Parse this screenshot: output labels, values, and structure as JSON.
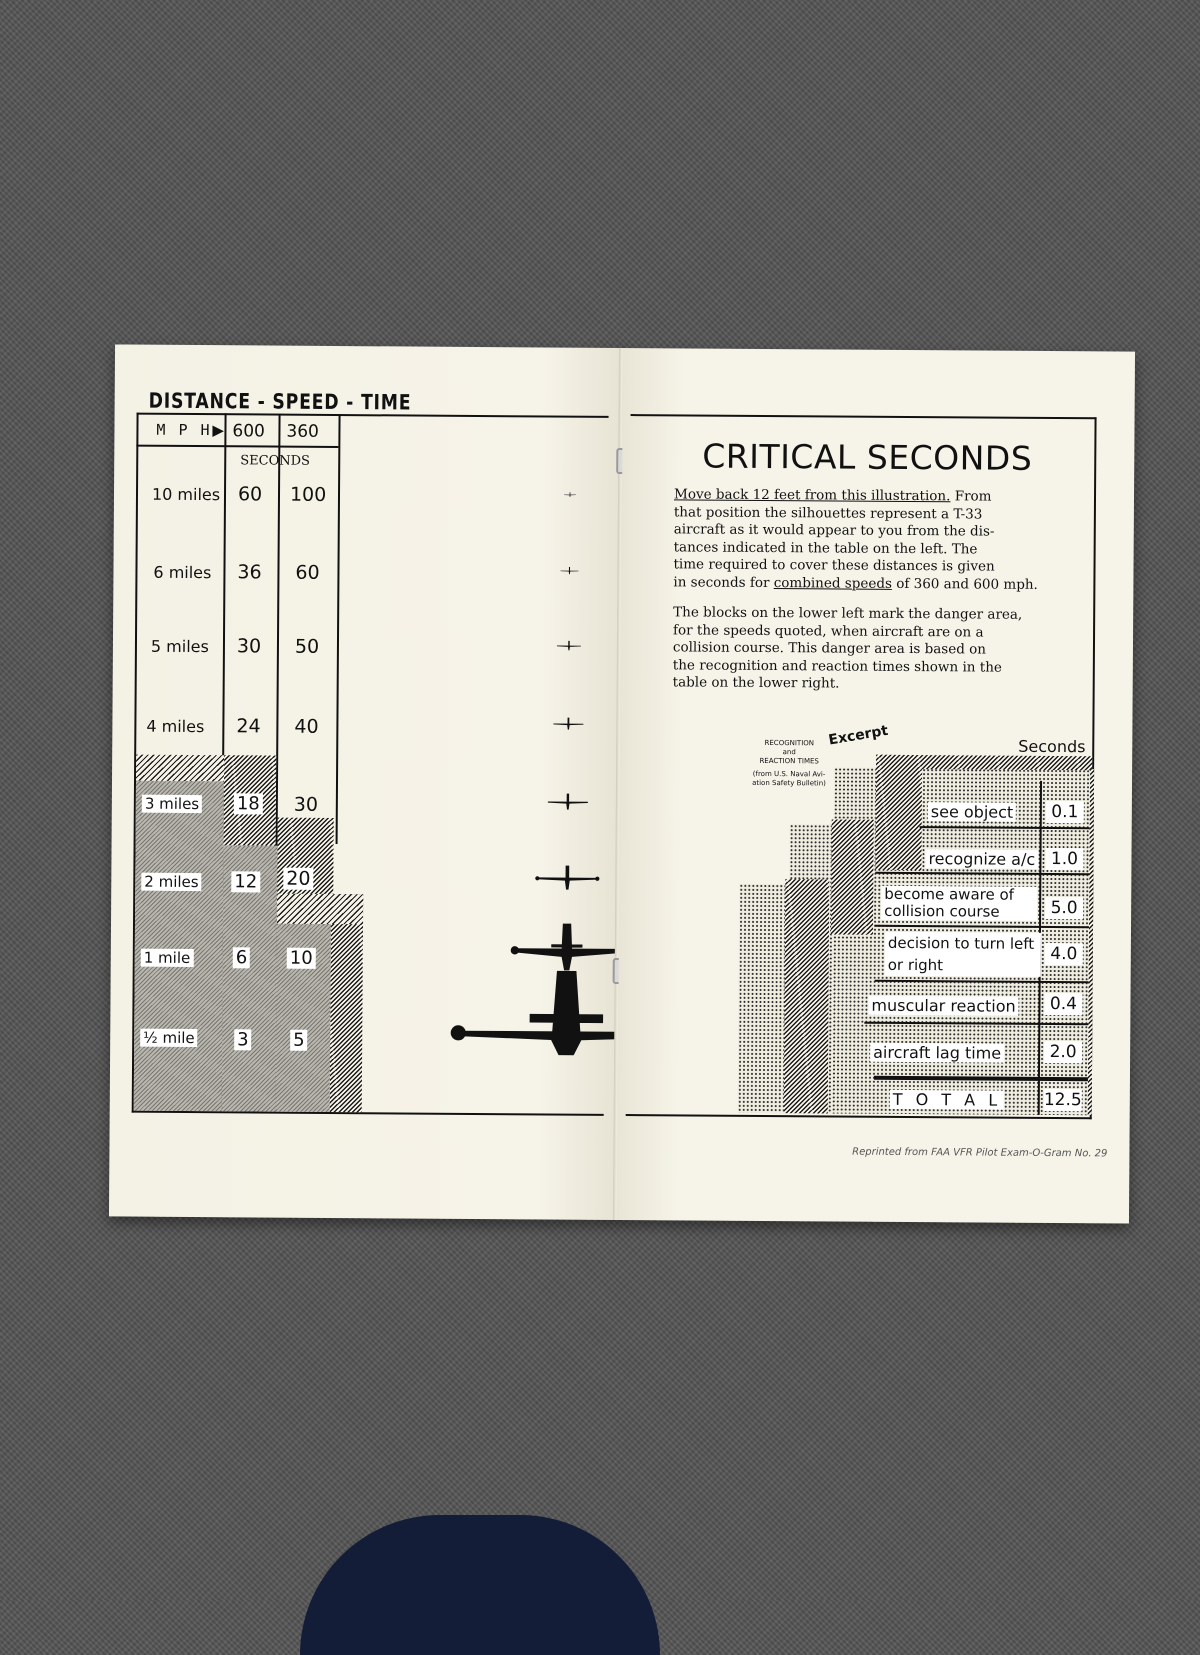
{
  "left": {
    "title": "DISTANCE - SPEED - TIME",
    "headers": {
      "mph": "M P H",
      "speed1": "600",
      "speed2": "360",
      "units": "SECONDS"
    },
    "rows": [
      {
        "distance": "10 miles",
        "s600": "60",
        "s360": "100"
      },
      {
        "distance": "6 miles",
        "s600": "36",
        "s360": "60"
      },
      {
        "distance": "5 miles",
        "s600": "30",
        "s360": "50"
      },
      {
        "distance": "4 miles",
        "s600": "24",
        "s360": "40"
      },
      {
        "distance": "3 miles",
        "s600": "18",
        "s360": "30"
      },
      {
        "distance": "2 miles",
        "s600": "12",
        "s360": "20"
      },
      {
        "distance": "1 mile",
        "s600": "6",
        "s360": "10"
      },
      {
        "distance": "½ mile",
        "s600": "3",
        "s360": "5"
      }
    ]
  },
  "right": {
    "title": "CRITICAL SECONDS",
    "paragraph1": {
      "underlined_lead": "Move back 12 feet from this illustration.",
      "line1_rest": " From",
      "lines": [
        "that position the silhouettes represent a T-33",
        "aircraft as it would appear to you from the dis-",
        "tances indicated in the table on the left. The",
        "time required to cover these distances is given"
      ],
      "last_pre": "in seconds for ",
      "last_underlined": "combined speeds",
      "last_post": " of 360 and 600 mph."
    },
    "paragraph2": [
      "The blocks on the lower left mark the danger area,",
      "for the speeds quoted, when aircraft are on a",
      "collision course. This danger area is based on",
      "the recognition and reaction times shown in the",
      "table on the lower right."
    ],
    "caption": {
      "line1": "RECOGNITION",
      "line2": "and",
      "line3": "REACTION TIMES",
      "line4": "(from U.S. Naval Avi-",
      "line5": "ation Safety Bulletin)",
      "excerpt": "Excerpt",
      "seconds": "Seconds"
    },
    "times": [
      {
        "label": "see object",
        "value": "0.1"
      },
      {
        "label": "recognize a/c",
        "value": "1.0"
      },
      {
        "label": "become aware of collision course",
        "value": "5.0"
      },
      {
        "label": "decision to turn left or right",
        "value": "4.0"
      },
      {
        "label": "muscular reaction",
        "value": "0.4"
      },
      {
        "label": "aircraft lag time",
        "value": "2.0"
      }
    ],
    "total": {
      "label": "T O T A L",
      "value": "12.5"
    },
    "footer": "Reprinted from FAA VFR Pilot Exam-O-Gram No. 29"
  }
}
